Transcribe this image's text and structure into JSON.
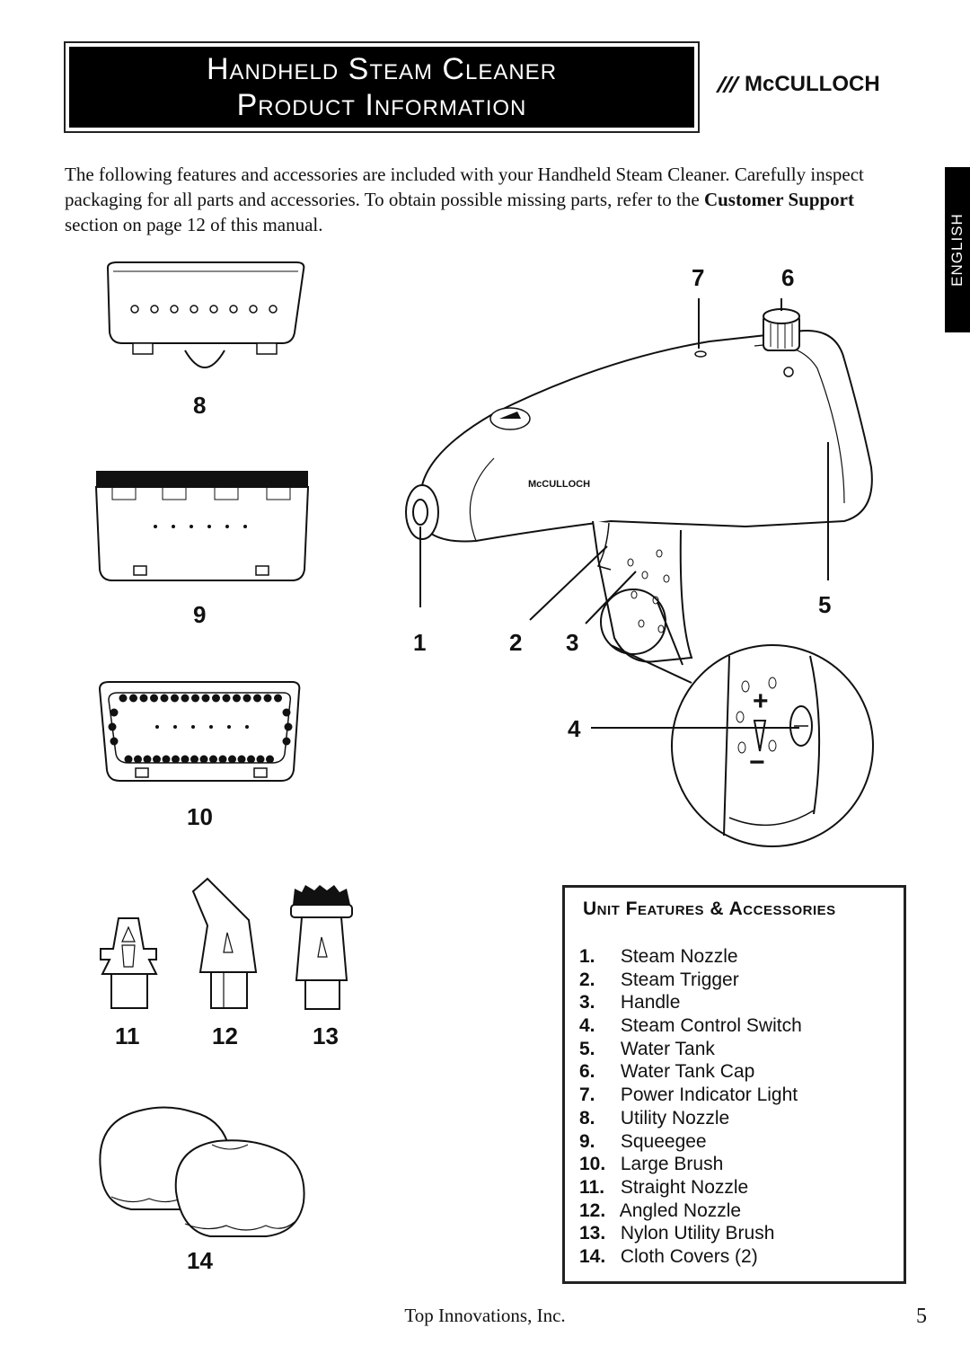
{
  "header": {
    "title_line1": "Handheld Steam Cleaner",
    "title_line2": "Product Information"
  },
  "brand": {
    "name": "McCULLOCH"
  },
  "language_tab": "ENGLISH",
  "intro": {
    "text_before": "The following features and accessories are included with your Handheld Steam Cleaner.  Carefully inspect packaging for all parts and accessories.  To obtain possible missing parts, refer to the ",
    "bold": "Customer Support",
    "text_after": " section on page 12 of this manual."
  },
  "callouts": {
    "n1": "1",
    "n2": "2",
    "n3": "3",
    "n4": "4",
    "n5": "5",
    "n6": "6",
    "n7": "7",
    "n8": "8",
    "n9": "9",
    "n10": "10",
    "n11": "11",
    "n12": "12",
    "n13": "13",
    "n14": "14",
    "plus": "+",
    "minus": "−",
    "unit_logo": "McCULLOCH"
  },
  "legend": {
    "title": "Unit Features & Accessories",
    "items": [
      {
        "num": "1.",
        "label": "Steam Nozzle"
      },
      {
        "num": "2.",
        "label": "Steam Trigger"
      },
      {
        "num": "3.",
        "label": "Handle"
      },
      {
        "num": "4.",
        "label": "Steam Control Switch"
      },
      {
        "num": "5.",
        "label": "Water Tank"
      },
      {
        "num": "6.",
        "label": "Water Tank Cap"
      },
      {
        "num": "7.",
        "label": "Power Indicator Light"
      },
      {
        "num": "8.",
        "label": "Utility Nozzle"
      },
      {
        "num": "9.",
        "label": "Squeegee"
      },
      {
        "num": "10.",
        "label": "Large Brush"
      },
      {
        "num": "11.",
        "label": "Straight Nozzle"
      },
      {
        "num": "12.",
        "label": "Angled Nozzle"
      },
      {
        "num": "13.",
        "label": "Nylon Utility Brush"
      },
      {
        "num": "14.",
        "label": "Cloth Covers (2)"
      }
    ]
  },
  "footer": {
    "company": "Top Innovations, Inc.",
    "page": "5"
  }
}
